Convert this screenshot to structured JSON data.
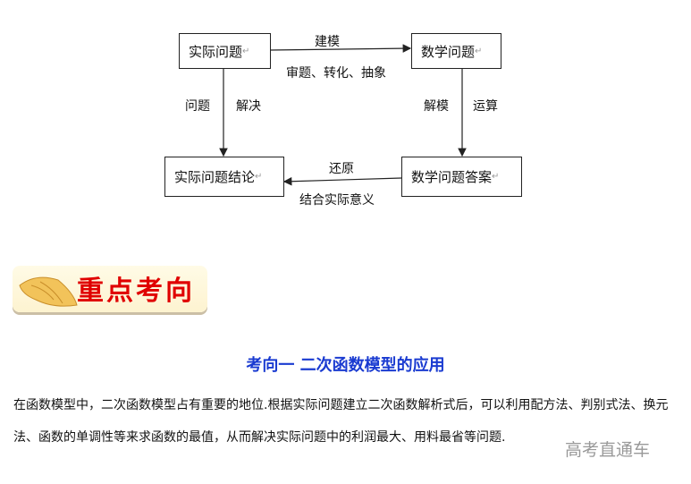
{
  "diagram": {
    "nodes": [
      "实际问题",
      "数学问题",
      "实际问题结论",
      "数学问题答案"
    ],
    "edges": [
      {
        "from": "实际问题",
        "to": "数学问题",
        "label_top": "建模",
        "label_bottom": "审题、转化、抽象"
      },
      {
        "from": "实际问题",
        "to": "实际问题结论",
        "label_left": "问题",
        "label_right": "解决"
      },
      {
        "from": "数学问题",
        "to": "数学问题答案",
        "label_left": "解模",
        "label_right": "运算"
      },
      {
        "from": "数学问题答案",
        "to": "实际问题结论",
        "label_top": "还原",
        "label_bottom": "结合实际意义"
      }
    ],
    "return_mark": "↵"
  },
  "banner": {
    "text": "重点考向"
  },
  "section": {
    "title": "考向一  二次函数模型的应用",
    "paragraph": "在函数模型中，二次函数模型占有重要的地位.根据实际问题建立二次函数解析式后，可以利用配方法、判别式法、换元法、函数的单调性等来求函数的最值，从而解决实际问题中的利润最大、用料最省等问题."
  },
  "watermark": "高考直通车"
}
